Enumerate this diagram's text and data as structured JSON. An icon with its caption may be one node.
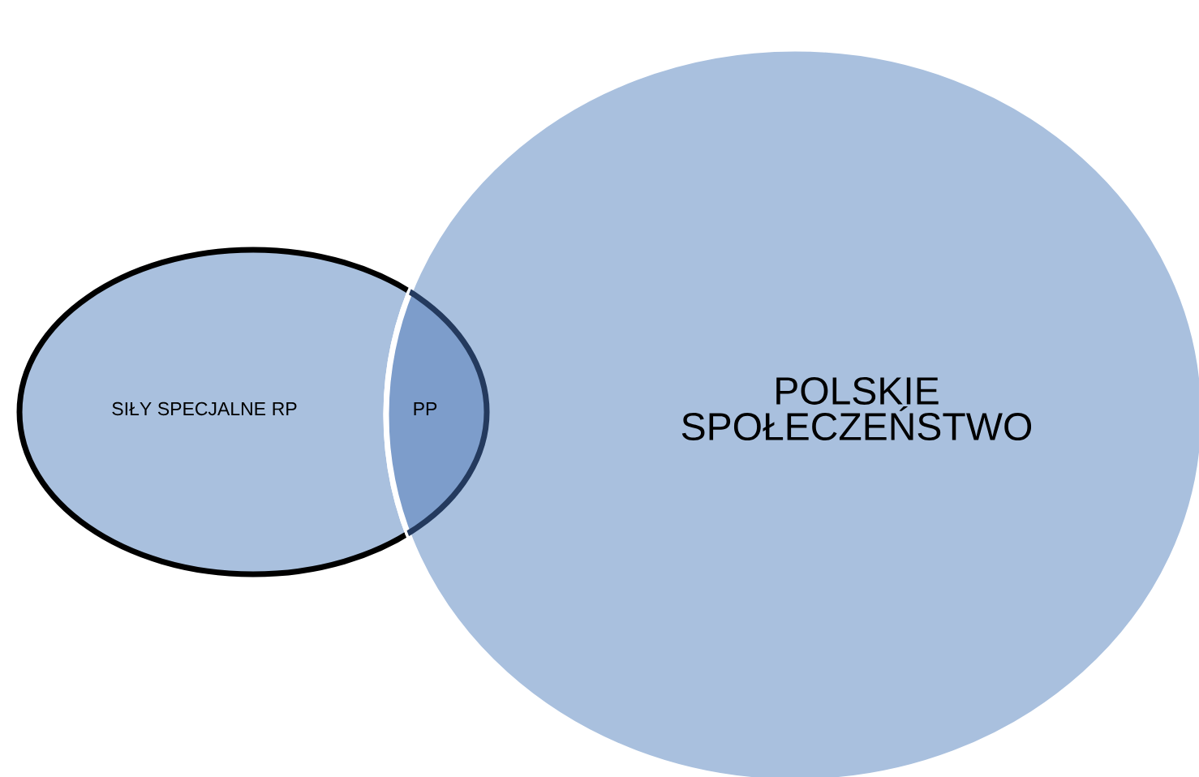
{
  "diagram": {
    "nodes": [
      {
        "text": [
          "POLSKIE SPOŁECZEŃSTWO"
        ]
      },
      {
        "text": [
          "SIŁY SPECJALNE RP"
        ]
      },
      {
        "text": [
          "PP"
        ]
      }
    ]
  }
}
